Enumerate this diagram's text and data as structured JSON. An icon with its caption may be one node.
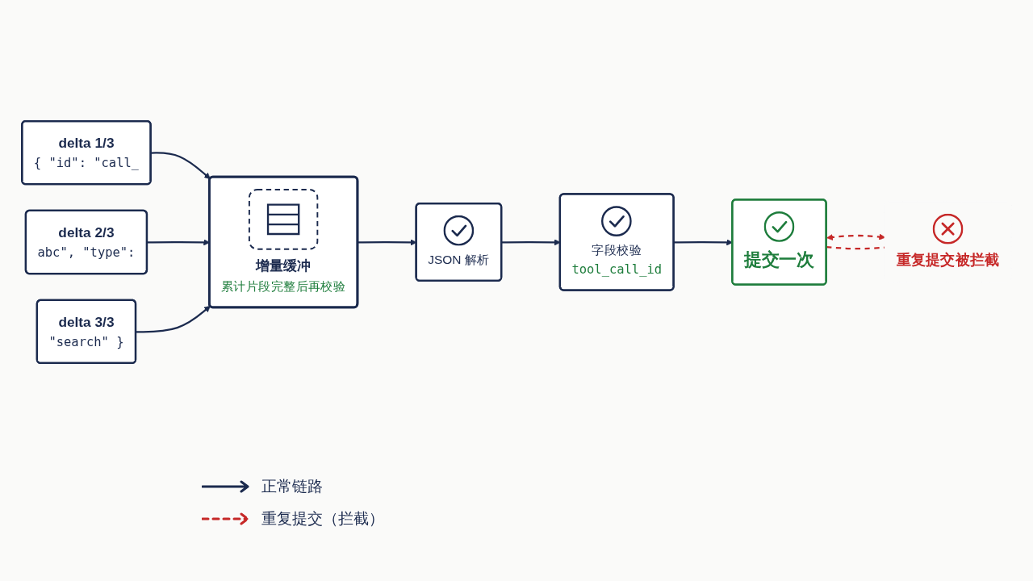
{
  "diagram": {
    "nodes": [
      {
        "text": [
          "delta 1/3",
          "{ \"id\": \"call_"
        ]
      },
      {
        "text": [
          "delta 2/3",
          "abc\", \"type\":"
        ]
      },
      {
        "text": [
          "delta 3/3",
          "\"search\" }"
        ]
      },
      {
        "text": [
          "增量缓冲",
          "累计片段完整后再校验"
        ]
      },
      {
        "text": [
          "JSON 解析"
        ]
      },
      {
        "text": [
          "字段校验",
          "tool_call_id"
        ]
      },
      {
        "text": [
          "提交一次"
        ]
      },
      {
        "text": [
          "重复提交被拦截"
        ]
      }
    ],
    "edges": [
      {
        "from": 0,
        "to": 3,
        "arrow": "to"
      },
      {
        "from": 1,
        "to": 3,
        "arrow": "to"
      },
      {
        "from": 2,
        "to": 3,
        "arrow": "to"
      },
      {
        "from": 3,
        "to": 4,
        "arrow": "to"
      },
      {
        "from": 4,
        "to": 5,
        "arrow": "to"
      },
      {
        "from": 5,
        "to": 6,
        "arrow": "to"
      },
      {
        "from": 6,
        "to": 7,
        "arrow": "both",
        "style": "dashed",
        "color": "#c62828"
      },
      {
        "from": 6,
        "to": 7,
        "arrow": "none",
        "style": "dashed",
        "color": "#c62828"
      }
    ],
    "legend": [
      {
        "text": "正常链路"
      },
      {
        "text": "重复提交（拦截）"
      }
    ]
  }
}
